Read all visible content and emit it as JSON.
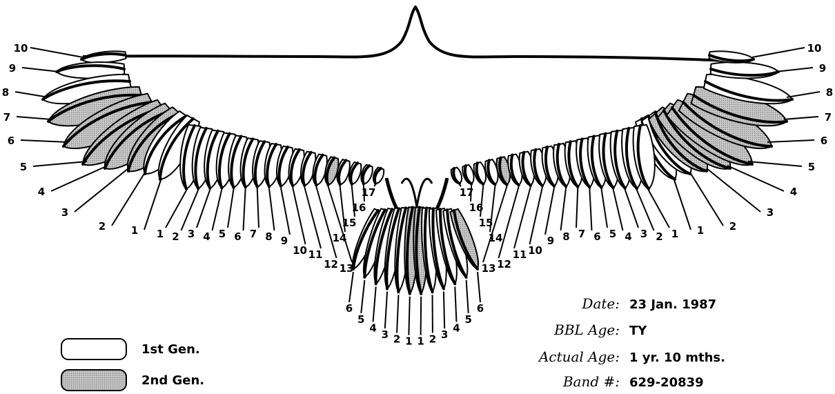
{
  "primaries_left": [
    "10",
    "9",
    "8",
    "7",
    "6",
    "5",
    "4",
    "3",
    "2",
    "1"
  ],
  "secondaries_left": [
    "1",
    "2",
    "3",
    "4",
    "5",
    "6",
    "7",
    "8",
    "9",
    "10",
    "11",
    "12",
    "13",
    "14",
    "15",
    "16",
    "17"
  ],
  "secondaries_right": [
    "17",
    "16",
    "15",
    "14",
    "13",
    "12",
    "11",
    "10",
    "9",
    "8",
    "7",
    "6",
    "5",
    "4",
    "3",
    "2",
    "1"
  ],
  "primaries_right": [
    "1",
    "2",
    "3",
    "4",
    "5",
    "6",
    "7",
    "8",
    "9",
    "10"
  ],
  "rectrices_left": [
    "6",
    "5",
    "4",
    "3",
    "2",
    "1"
  ],
  "rectrices_right": [
    "1",
    "2",
    "3",
    "4",
    "5",
    "6"
  ],
  "generation_by_feather": {
    "primaries": [
      "1st Gen.",
      "1st Gen.",
      "1st Gen.",
      "2nd Gen.",
      "2nd Gen.",
      "2nd Gen.",
      "2nd Gen.",
      "2nd Gen.",
      "1st Gen.",
      "1st Gen."
    ],
    "note_order": "primaries listed 10 to 1 as drawn on the left wing"
  },
  "legend": [
    {
      "label": "1st Gen.",
      "fill": "#ffffff"
    },
    {
      "label": "2nd Gen.",
      "fill": "#c7c7c7"
    }
  ],
  "info": {
    "date_label": "Date:",
    "date_value": "23 Jan. 1987",
    "bbl_label": "BBL Age:",
    "bbl_value": "TY",
    "actual_label": "Actual Age:",
    "actual_value": "1 yr. 10 mths.",
    "band_label": "Band #:",
    "band_value": "629-20839"
  },
  "colors": {
    "outline": "#000000",
    "gen1": "#ffffff",
    "gen2": "#c7c7c7"
  }
}
